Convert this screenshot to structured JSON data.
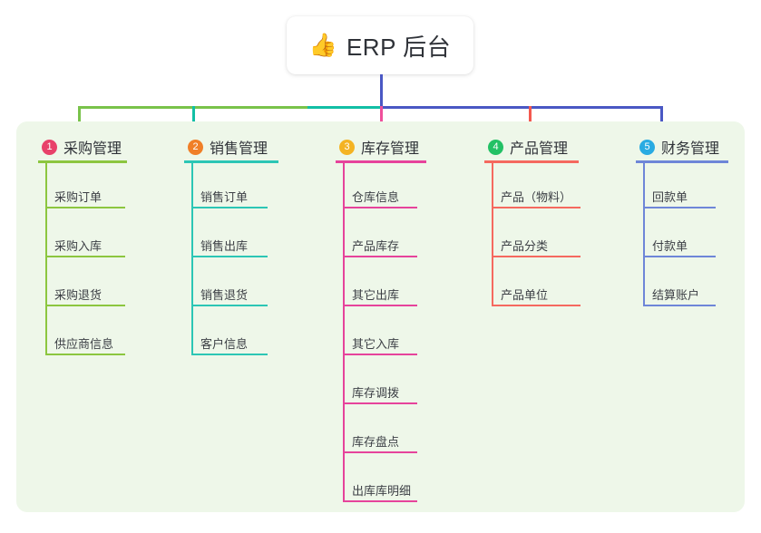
{
  "title": {
    "emoji": "👍",
    "icon_name": "thumbs-up-emoji",
    "text": "ERP 后台"
  },
  "palette": {
    "panel_bg": "#eef7e9",
    "page_bg": "#ffffff",
    "text": "#2f3238",
    "trunk": "#4a58c4",
    "bus_left": "#79c34a",
    "bus_mid": "#12bfa5",
    "bus_right": "#4a58c4"
  },
  "columns": [
    {
      "index": "1",
      "label": "采购管理",
      "badge_color": "#e8416a",
      "line_color": "#8cc63f",
      "drop_color": "#79c34a",
      "items": [
        "采购订单",
        "采购入库",
        "采购退货",
        "供应商信息"
      ]
    },
    {
      "index": "2",
      "label": "销售管理",
      "badge_color": "#f07f28",
      "line_color": "#2cc6b5",
      "drop_color": "#12bfa5",
      "items": [
        "销售订单",
        "销售出库",
        "销售退货",
        "客户信息"
      ]
    },
    {
      "index": "3",
      "label": "库存管理",
      "badge_color": "#f4b323",
      "line_color": "#e6439b",
      "drop_color": "#ef4f9b",
      "items": [
        "仓库信息",
        "产品库存",
        "其它出库",
        "其它入库",
        "库存调拨",
        "库存盘点",
        "出库库明细"
      ]
    },
    {
      "index": "4",
      "label": "产品管理",
      "badge_color": "#23c165",
      "line_color": "#f5695f",
      "drop_color": "#f4594f",
      "items": [
        "产品（物料）",
        "产品分类",
        "产品单位"
      ]
    },
    {
      "index": "5",
      "label": "财务管理",
      "badge_color": "#29abe2",
      "line_color": "#6e86d8",
      "drop_color": "#4a58c4",
      "items": [
        "回款单",
        "付款单",
        "结算账户"
      ]
    }
  ]
}
